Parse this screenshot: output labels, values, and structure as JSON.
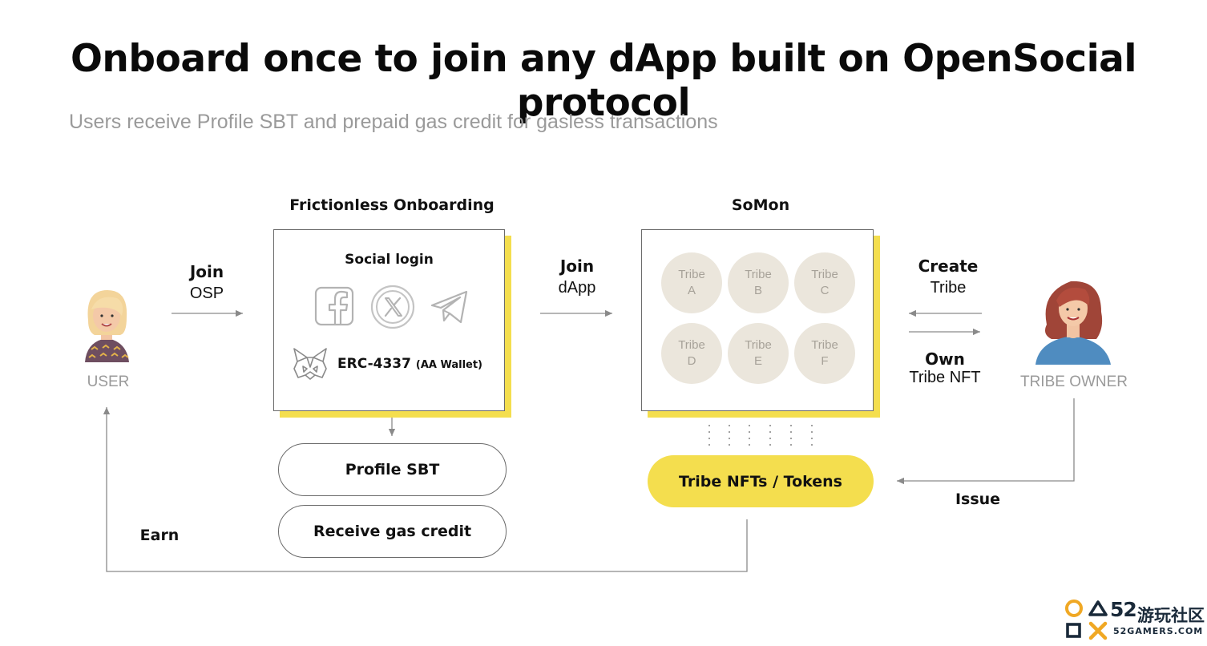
{
  "title": "Onboard once to join any dApp built on OpenSocial protocol",
  "subtitle": "Users receive Profile SBT and prepaid gas credit for gasless transactions",
  "user": {
    "label": "USER"
  },
  "join_osp": {
    "line1": "Join",
    "line2": "OSP"
  },
  "onboarding": {
    "heading": "Frictionless Onboarding",
    "social_login": "Social login",
    "wallet_main": "ERC-4337",
    "wallet_sub": "(AA Wallet)",
    "icons": [
      "facebook-icon",
      "x-icon",
      "telegram-icon",
      "metamask-fox-icon"
    ]
  },
  "profile_sbt": "Profile SBT",
  "gas_credit": "Receive gas credit",
  "join_dapp": {
    "line1": "Join",
    "line2": "dApp"
  },
  "somon": {
    "heading": "SoMon",
    "tribes": [
      {
        "word": "Tribe",
        "letter": "A"
      },
      {
        "word": "Tribe",
        "letter": "B"
      },
      {
        "word": "Tribe",
        "letter": "C"
      },
      {
        "word": "Tribe",
        "letter": "D"
      },
      {
        "word": "Tribe",
        "letter": "E"
      },
      {
        "word": "Tribe",
        "letter": "F"
      }
    ]
  },
  "tribe_tokens": "Tribe NFTs / Tokens",
  "create_tribe": {
    "line1": "Create",
    "line2": "Tribe"
  },
  "own_nft": {
    "line1": "Own",
    "line2": "Tribe NFT"
  },
  "owner": {
    "label": "TRIBE OWNER"
  },
  "issue": "Issue",
  "earn": "Earn",
  "watermark": {
    "number": "52",
    "cn": "游玩社区",
    "site": "52GAMERS.COM"
  },
  "colors": {
    "accent_yellow": "#f4de4e",
    "tribe_circle": "#ebe6dc",
    "line_gray": "#8a8a8a",
    "label_gray": "#9a9a9a"
  }
}
